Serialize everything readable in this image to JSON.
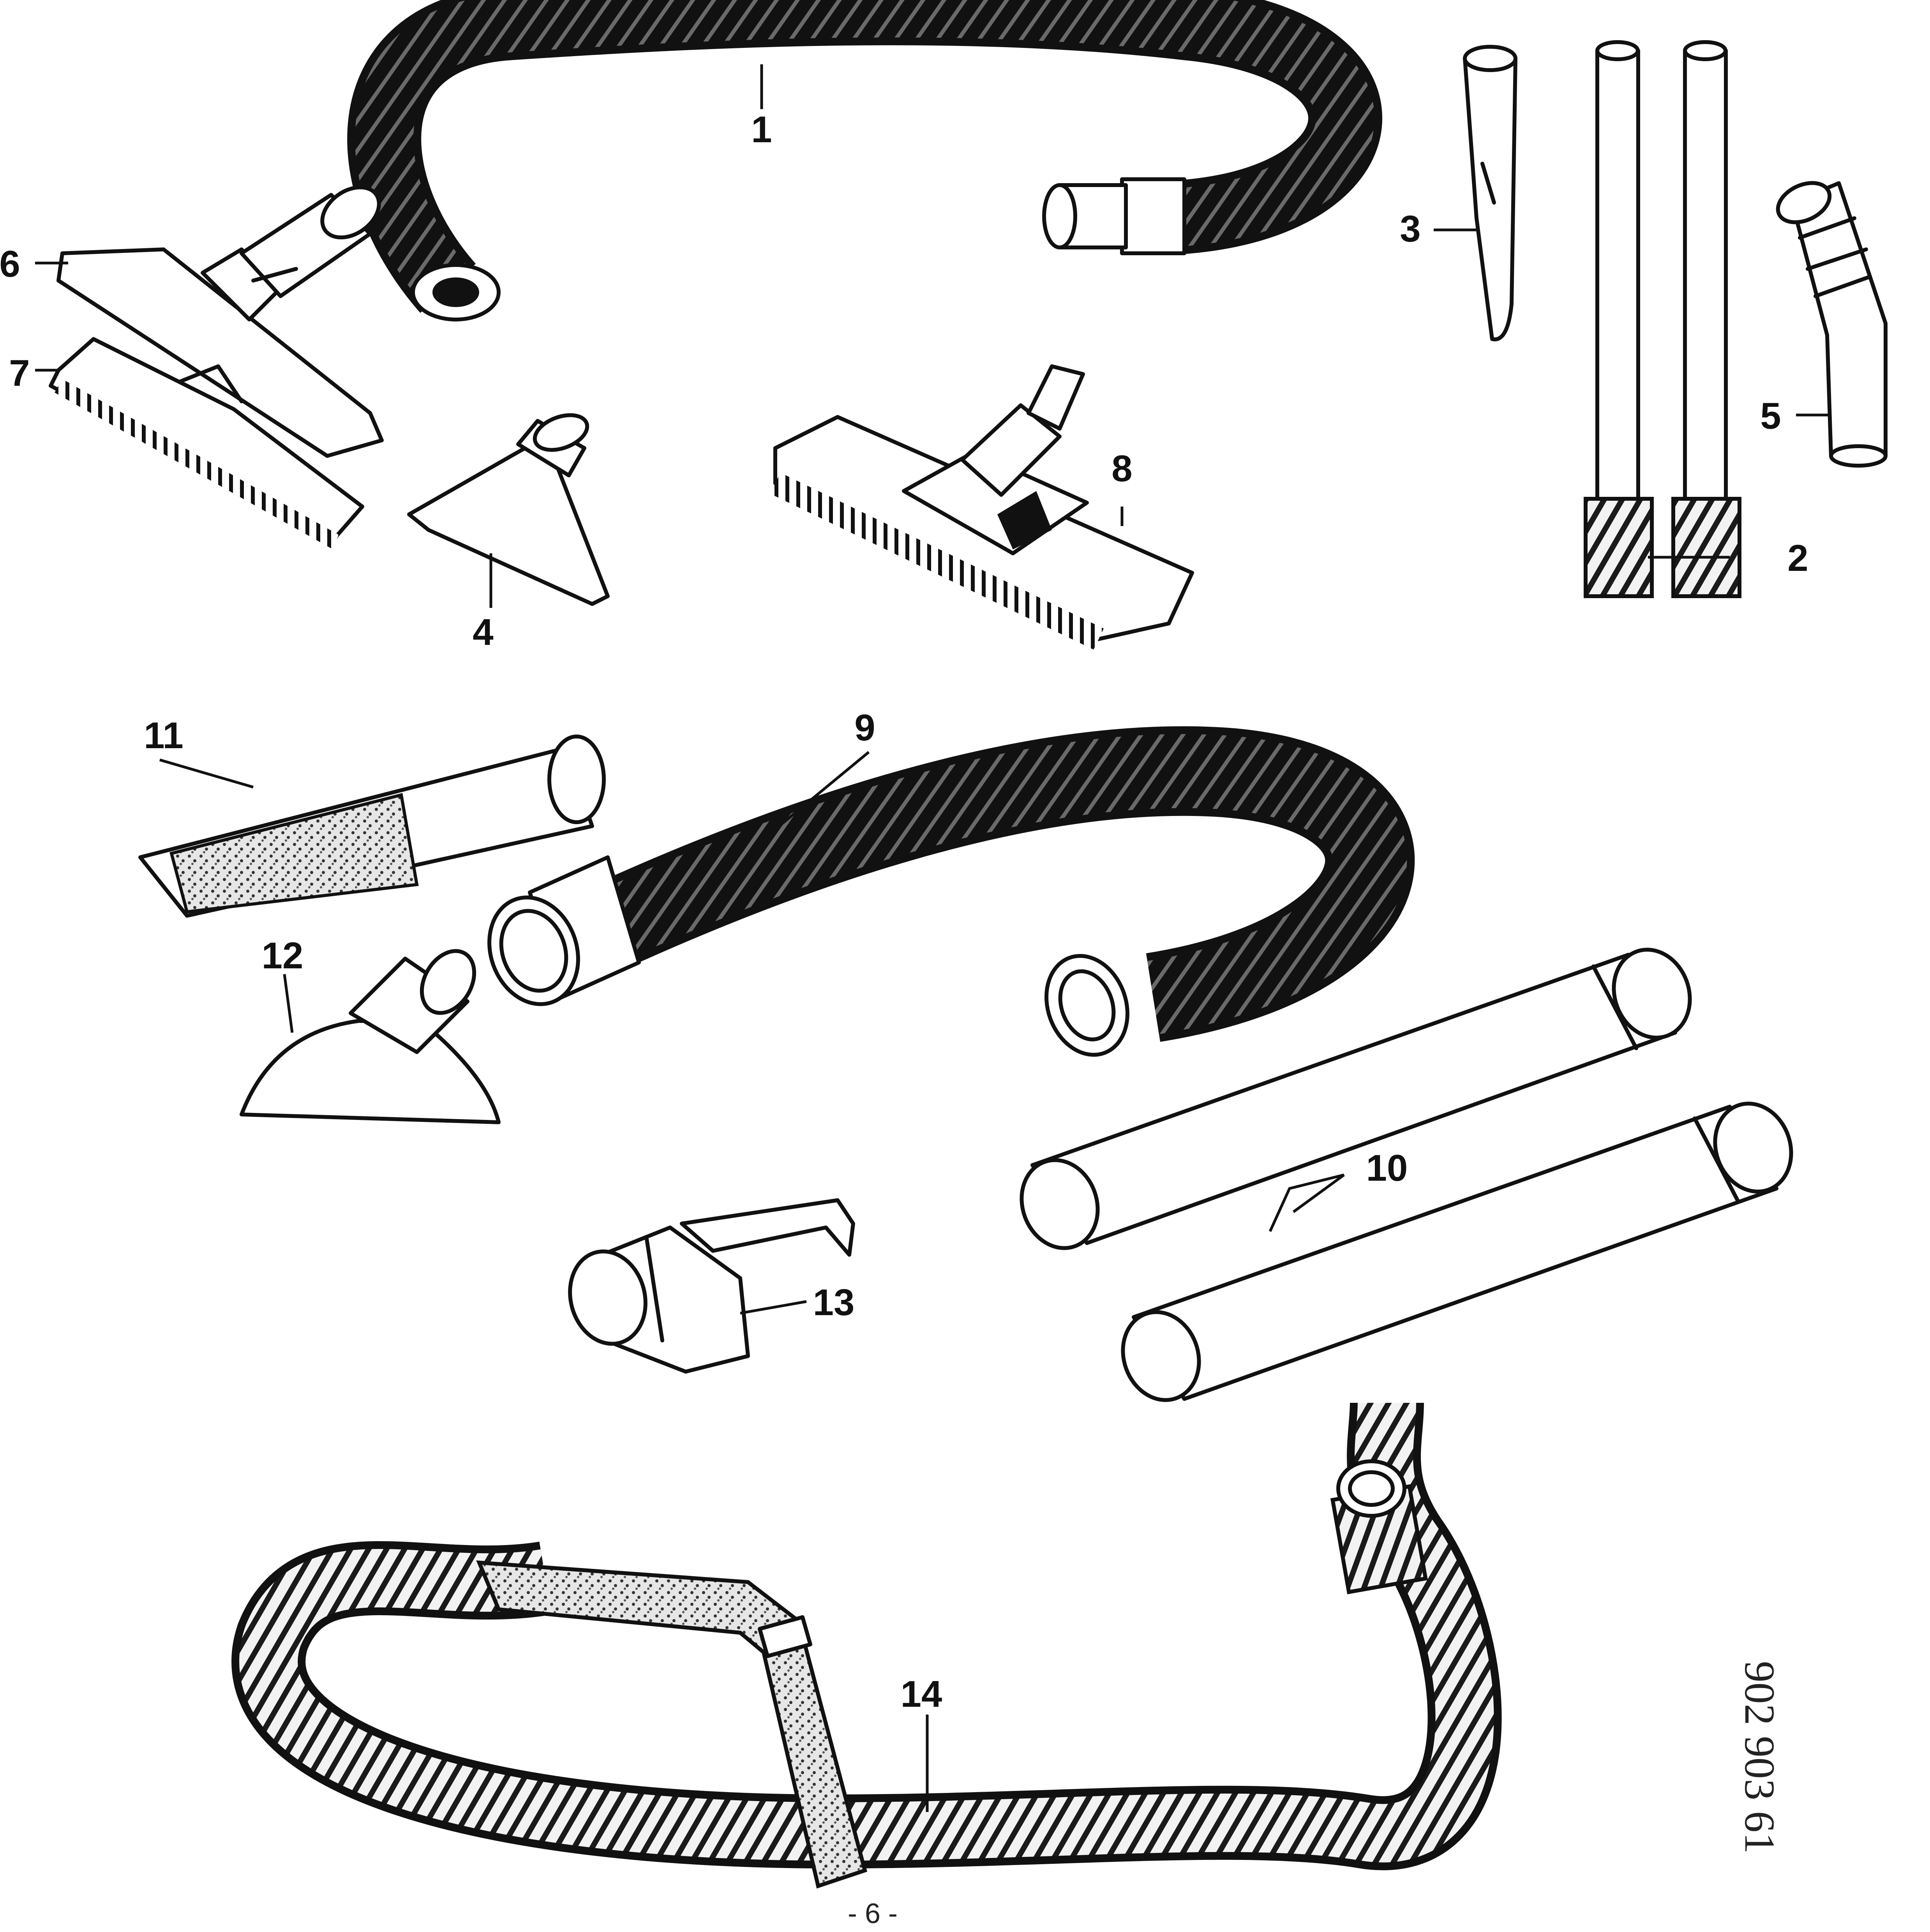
{
  "diagram": {
    "parts": [
      {
        "number": "1"
      },
      {
        "number": "2"
      },
      {
        "number": "3"
      },
      {
        "number": "4"
      },
      {
        "number": "5"
      },
      {
        "number": "6"
      },
      {
        "number": "7"
      },
      {
        "number": "8"
      },
      {
        "number": "9"
      },
      {
        "number": "10"
      },
      {
        "number": "11"
      },
      {
        "number": "12"
      },
      {
        "number": "13"
      },
      {
        "number": "14"
      }
    ],
    "page_number": "- 6 -",
    "reference_code": "902 903 61"
  },
  "colors": {
    "ink": "#111111",
    "paper": "#ffffff"
  }
}
